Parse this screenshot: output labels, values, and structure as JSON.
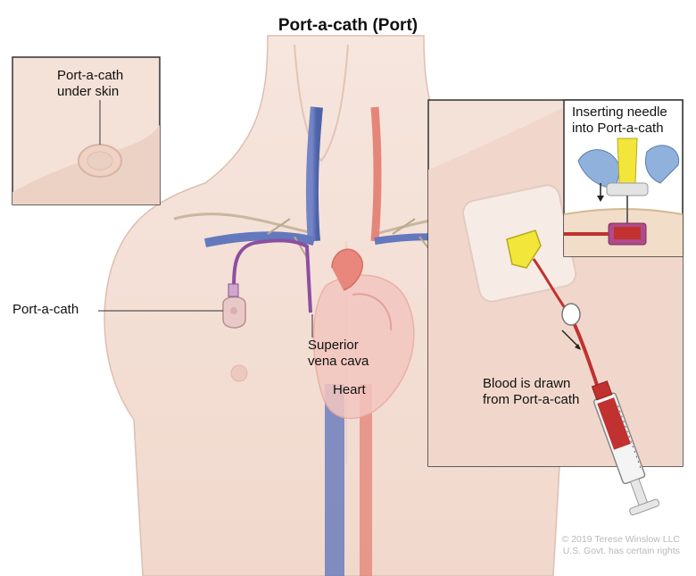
{
  "title": "Port-a-cath (Port)",
  "labels": {
    "inset_skin_line1": "Port-a-cath",
    "inset_skin_line2": "under skin",
    "port": "Port-a-cath",
    "svc_line1": "Superior",
    "svc_line2": "vena cava",
    "heart": "Heart",
    "needle_line1": "Inserting needle",
    "needle_line2": "into Port-a-cath",
    "blood_line1": "Blood is drawn",
    "blood_line2": "from Port-a-cath"
  },
  "credit": {
    "line1": "© 2019 Terese Winslow LLC",
    "line2": "U.S. Govt. has certain rights"
  },
  "colors": {
    "skin": "#f2ddd3",
    "skin_shadow": "#e6c6b8",
    "vein": "#5b6fb8",
    "artery": "#e5867a",
    "catheter": "#8c4fa0",
    "port": "#e9c9c8",
    "hub": "#f2e63a",
    "blood": "#c0312f"
  }
}
